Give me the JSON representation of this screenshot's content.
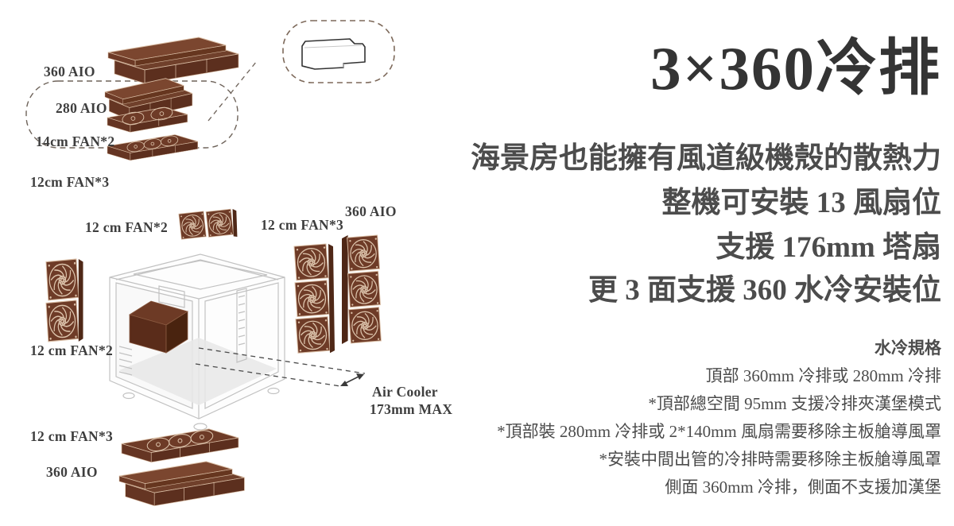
{
  "colors": {
    "component_brown": "#6e3b27",
    "component_dark": "#5c2f1e",
    "detail_tan": "#dcc3ab",
    "case_gray": "#c2c2c2",
    "heading_text": "#343434",
    "body_text": "#4c4c4c",
    "dashed_line": "#6e635a"
  },
  "diagram": {
    "labels": {
      "aio360_top": "360 AIO",
      "aio280": "280 AIO",
      "fan14x2": "14cm FAN*2",
      "fan12x3_top": "12cm FAN*3",
      "fan12x2_mid": "12 cm FAN*2",
      "fan12x3_right": "12 cm FAN*3",
      "aio360_right": "360 AIO",
      "fan12x2_left": "12 cm FAN*2",
      "air_cooler_1": "Air Cooler",
      "air_cooler_2": "173mm MAX",
      "fan12x3_bottom": "12 cm FAN*3",
      "aio360_bottom": "360 AIO"
    }
  },
  "content": {
    "headline": "3×360冷排",
    "subline": "海景房也能擁有風道級機殼的散熱力",
    "features": [
      "整機可安裝 13 風扇位",
      "支援 176mm 塔扇",
      "更 3 面支援 360 水冷安裝位"
    ],
    "spec_title": "水冷規格",
    "specs": [
      "頂部 360mm 冷排或 280mm 冷排",
      "*頂部總空間 95mm 支援冷排夾漢堡模式",
      "*頂部裝 280mm 冷排或 2*140mm 風扇需要移除主板艙導風罩",
      "*安裝中間出管的冷排時需要移除主板艙導風罩",
      "側面 360mm 冷排，側面不支援加漢堡"
    ]
  }
}
